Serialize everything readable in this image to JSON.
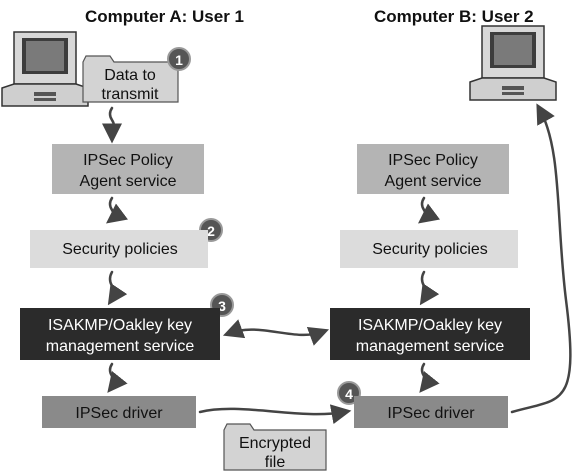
{
  "titles": {
    "computer_a": "Computer A: User 1",
    "computer_b": "Computer B: User 2"
  },
  "data_folder": {
    "line1": "Data to",
    "line2": "transmit"
  },
  "encrypted_folder": {
    "line1": "Encrypted",
    "line2": "file"
  },
  "computer_a": {
    "policy_agent": {
      "line1": "IPSec Policy",
      "line2": "Agent service"
    },
    "security_policies": "Security policies",
    "isakmp": {
      "line1": "ISAKMP/Oakley key",
      "line2": "management service"
    },
    "driver": "IPSec driver"
  },
  "computer_b": {
    "policy_agent": {
      "line1": "IPSec Policy",
      "line2": "Agent service"
    },
    "security_policies": "Security policies",
    "isakmp": {
      "line1": "ISAKMP/Oakley key",
      "line2": "management service"
    },
    "driver": "IPSec driver"
  },
  "steps": [
    "1",
    "2",
    "3",
    "4"
  ],
  "colors": {
    "policy_box": "#b4b4b4",
    "security_box": "#dcdcdc",
    "isakmp_box": "#2b2b2b",
    "driver_box": "#8a8a8a",
    "step_badge": "#555555",
    "arrow": "#444444"
  },
  "icons": [
    "computer-icon",
    "folder-icon",
    "step-badge-icon"
  ]
}
